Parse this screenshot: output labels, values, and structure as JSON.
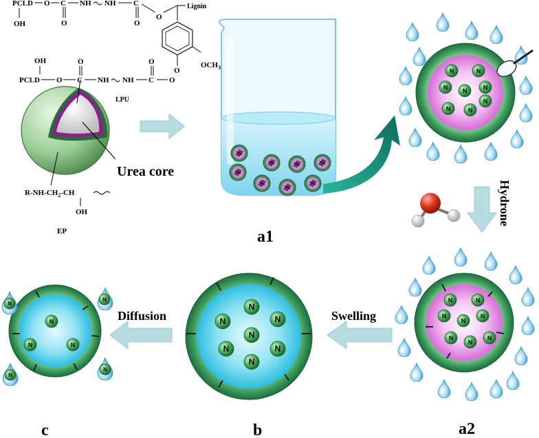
{
  "chemistry": {
    "pcld1": "PCLD",
    "oh1": "OH",
    "o1": "O",
    "c1": "C",
    "nh1": "NH",
    "nh2": "NH",
    "c2": "C",
    "o2": "O",
    "o_dbl1": "O",
    "o_dbl2": "O",
    "lignin": "Lignin",
    "och3": "OCH",
    "och3_sub": "3",
    "oh2": "OH",
    "pcld2": "PCLD",
    "o3": "O",
    "c3": "C",
    "nh3": "NH",
    "nh4": "NH",
    "c4": "C",
    "o4": "O",
    "o_dbl3": "O",
    "o_dbl4": "O",
    "o5": "O",
    "lpu": "LPU",
    "ep_chain": "R-NH-CH",
    "ep_sub": "2",
    "ep_ch": "-CH",
    "ep_oh": "OH",
    "ep": "EP"
  },
  "labels": {
    "urea_core": "Urea core",
    "hydrone": "Hydrone",
    "swelling": "Swelling",
    "diffusion": "Diffusion",
    "a1": "a1",
    "a2": "a2",
    "b": "b",
    "c": "c",
    "n": "N"
  },
  "colors": {
    "shell_green": "#2f8a50",
    "shell_light": "#8fd49c",
    "core_pink": "#e887e8",
    "core_cyan": "#3fc9e6",
    "water": "#5ab8e6",
    "arrow": "#b7dde2",
    "teal_arrow": "#1b8f7c",
    "lignin_purple": "#8b1f8b"
  }
}
